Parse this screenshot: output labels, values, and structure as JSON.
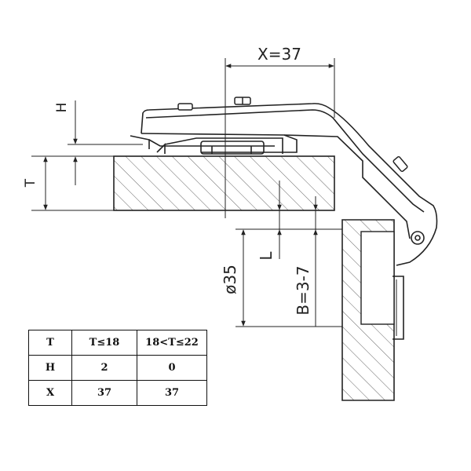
{
  "dimensions": {
    "x_label": "X=37",
    "h_label": "H",
    "t_label": "T",
    "l_label": "L",
    "d_label": "ø35",
    "b_label": "B=3-7"
  },
  "table": {
    "rows": [
      [
        "T",
        "T≤18",
        "18<T≤22"
      ],
      [
        "H",
        "2",
        "0"
      ],
      [
        "X",
        "37",
        "37"
      ]
    ]
  }
}
